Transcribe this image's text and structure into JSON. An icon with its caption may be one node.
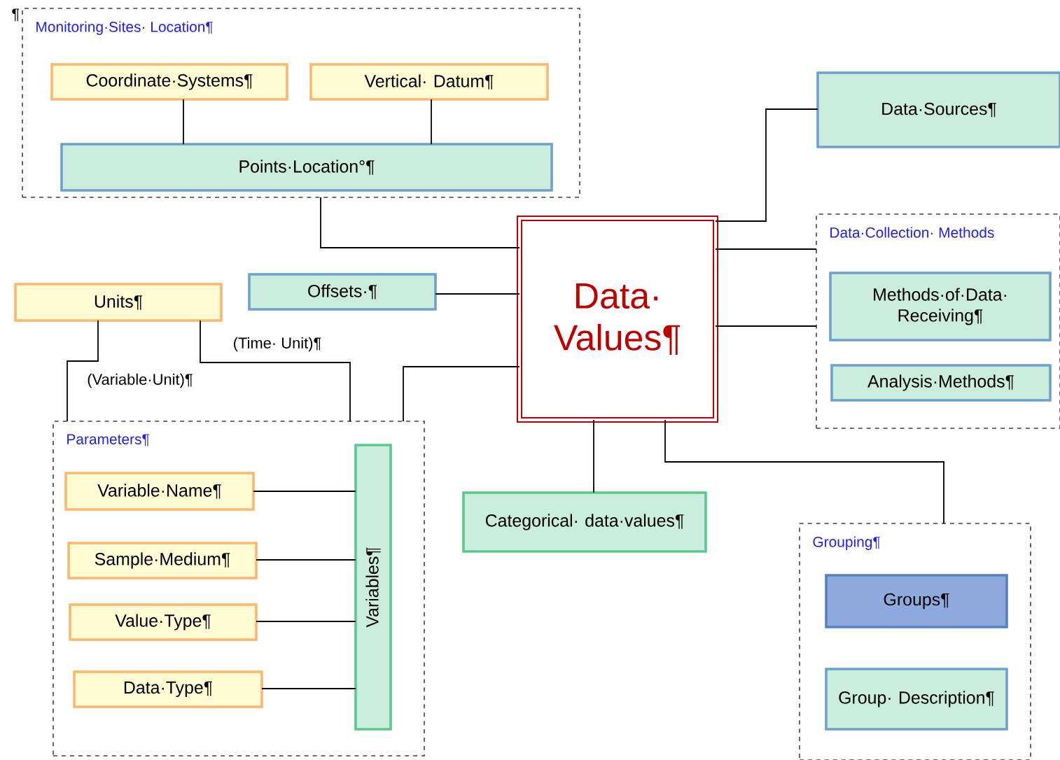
{
  "diagram": {
    "nodes": [
      {
        "text": [
          "Monitoring·Sites· Location¶"
        ]
      },
      {
        "text": [
          "Coordinate·Systems¶"
        ],
        "in": 0
      },
      {
        "text": [
          "Vertical· Datum¶"
        ],
        "in": 0
      },
      {
        "text": [
          "Points·Location°¶"
        ],
        "in": 0
      },
      {
        "text": [
          "Data·Sources¶"
        ]
      },
      {
        "text": [
          "Data· Values¶"
        ]
      },
      {
        "text": [
          "Data·Collection· Methods"
        ]
      },
      {
        "text": [
          "Methods·of·Data· Receiving¶"
        ],
        "in": 6
      },
      {
        "text": [
          "Analysis·Methods¶"
        ],
        "in": 6
      },
      {
        "text": [
          "Offsets·¶"
        ]
      },
      {
        "text": [
          "Units¶"
        ]
      },
      {
        "text": [
          "Parameters¶"
        ]
      },
      {
        "text": [
          "Variable·Name¶"
        ],
        "in": 11
      },
      {
        "text": [
          "Sample·Medium¶"
        ],
        "in": 11
      },
      {
        "text": [
          "Value·Type¶"
        ],
        "in": 11
      },
      {
        "text": [
          "Data·Type¶"
        ],
        "in": 11
      },
      {
        "text": [
          "Variables¶"
        ],
        "in": 11
      },
      {
        "text": [
          "Categorical· data·values¶"
        ]
      },
      {
        "text": [
          "Grouping¶"
        ]
      },
      {
        "text": [
          "Groups¶"
        ],
        "in": 18
      },
      {
        "text": [
          "Group· Description¶"
        ],
        "in": 18
      }
    ],
    "edges": [
      {
        "from": 1,
        "to": 3,
        "arrow": "none"
      },
      {
        "from": 2,
        "to": 3,
        "arrow": "none"
      },
      {
        "from": 0,
        "to": 5,
        "arrow": "none"
      },
      {
        "from": 5,
        "to": 4,
        "arrow": "none"
      },
      {
        "from": 5,
        "to": 6,
        "arrow": "none"
      },
      {
        "from": 5,
        "to": 6,
        "arrow": "none"
      },
      {
        "from": 9,
        "to": 5,
        "arrow": "none"
      },
      {
        "from": 5,
        "to": 11,
        "arrow": "none"
      },
      {
        "from": 10,
        "to": 11,
        "label": "(Variable·Unit)¶",
        "arrow": "none"
      },
      {
        "from": 10,
        "to": 11,
        "label": "(Time· Unit)¶",
        "arrow": "none"
      },
      {
        "from": 12,
        "to": 16,
        "arrow": "none"
      },
      {
        "from": 13,
        "to": 16,
        "arrow": "none"
      },
      {
        "from": 14,
        "to": 16,
        "arrow": "none"
      },
      {
        "from": 15,
        "to": 16,
        "arrow": "none"
      },
      {
        "from": 5,
        "to": 17,
        "arrow": "none"
      },
      {
        "from": 5,
        "to": 18,
        "arrow": "none"
      }
    ],
    "labels": [
      "¶"
    ]
  }
}
